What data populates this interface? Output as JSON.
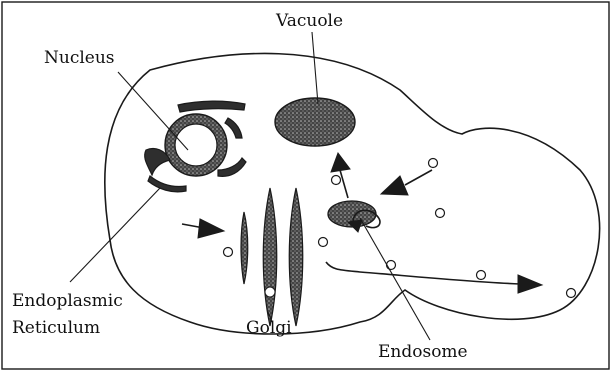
{
  "diagram": {
    "labels": {
      "vacuole": "Vacuole",
      "nucleus": "Nucleus",
      "endoplasmic": "Endoplasmic",
      "reticulum": "Reticulum",
      "golgi": "Golgi",
      "endosome": "Endosome"
    },
    "colors": {
      "ink": "#1a1a1a",
      "organelle_fill": "#2e2e2e",
      "background": "#ffffff"
    }
  }
}
